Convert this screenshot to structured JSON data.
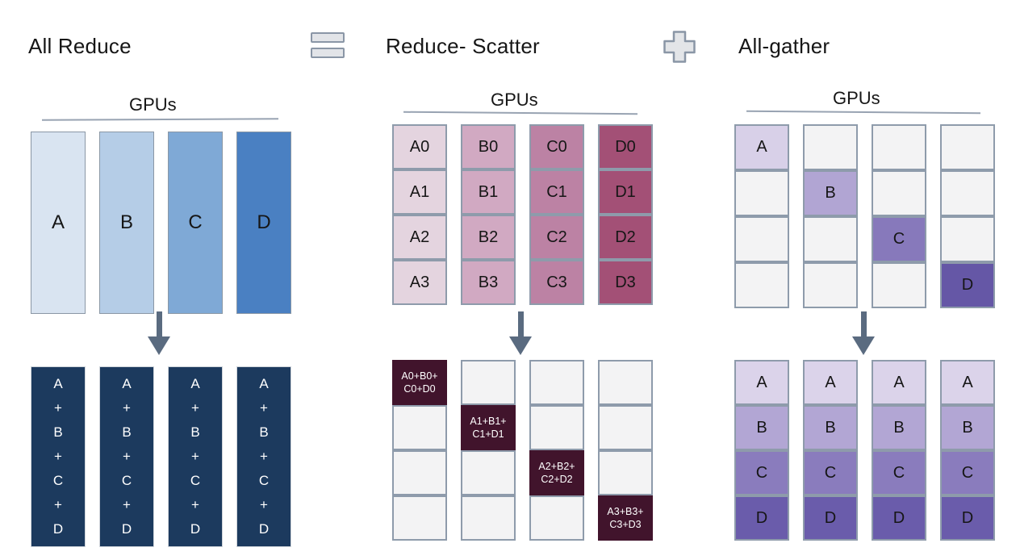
{
  "header": {
    "left_title": "All Reduce",
    "middle_title": "Reduce- Scatter",
    "right_title": "All-gather"
  },
  "colors": {
    "arrow": "#5a6b80",
    "cell_border": "#8e9bab",
    "empty_cell": "#f3f3f4",
    "gpus_line": "#98a3b2",
    "navy": "#1c3a5e",
    "maroon": "#41142c",
    "blues": [
      "#d9e4f1",
      "#b5cde7",
      "#7fa9d6",
      "#4a80c2"
    ],
    "pinks": [
      "#e4d4df",
      "#d1a9c2",
      "#bc82a4",
      "#a35076"
    ],
    "purples_top": [
      "#d8d0e8",
      "#b1a5d3",
      "#8779bb",
      "#6557a6"
    ],
    "purples_bottom": [
      "#dbd3ea",
      "#b2a6d4",
      "#8a7cbd",
      "#6a5cab"
    ]
  },
  "panels": {
    "all_reduce": {
      "gpus_label": "GPUs",
      "top_columns": [
        "A",
        "B",
        "C",
        "D"
      ],
      "bottom_column_lines": [
        "A",
        "+",
        "B",
        "+",
        "C",
        "+",
        "D"
      ],
      "bottom_column_count": 4
    },
    "reduce_scatter": {
      "gpus_label": "GPUs",
      "top_grid": [
        [
          "A0",
          "A1",
          "A2",
          "A3"
        ],
        [
          "B0",
          "B1",
          "B2",
          "B3"
        ],
        [
          "C0",
          "C1",
          "C2",
          "C3"
        ],
        [
          "D0",
          "D1",
          "D2",
          "D3"
        ]
      ],
      "bottom_diagonal": [
        [
          "A0+B0+",
          "C0+D0"
        ],
        [
          "A1+B1+",
          "C1+D1"
        ],
        [
          "A2+B2+",
          "C2+D2"
        ],
        [
          "A3+B3+",
          "C3+D3"
        ]
      ]
    },
    "all_gather": {
      "gpus_label": "GPUs",
      "top_diagonal": [
        "A",
        "B",
        "C",
        "D"
      ],
      "bottom_grid_rows": [
        "A",
        "B",
        "C",
        "D"
      ],
      "column_count": 4
    }
  }
}
